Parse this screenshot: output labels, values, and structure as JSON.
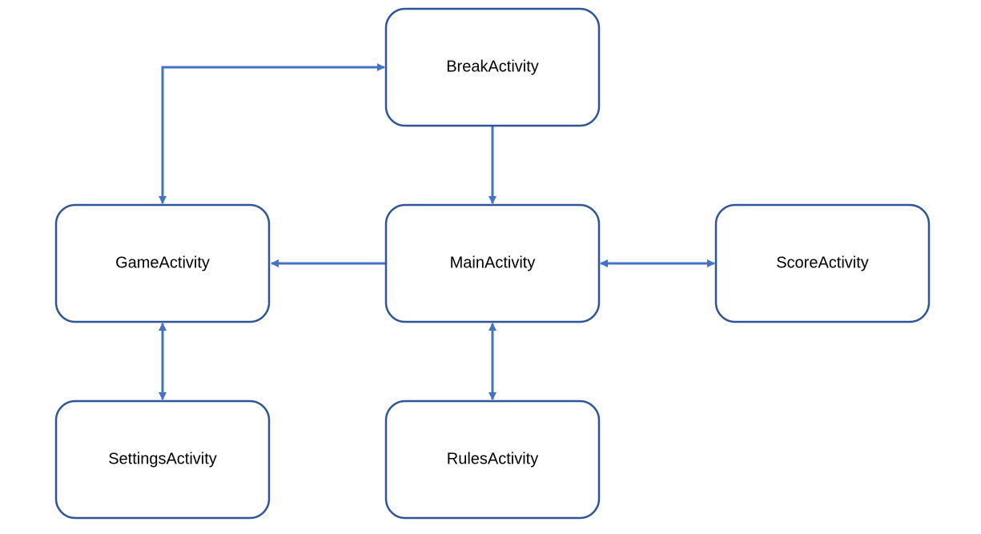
{
  "colors": {
    "node_border": "#2F5597",
    "node_fill": "#FFFFFF",
    "edge": "#4472C4",
    "text": "#000000"
  },
  "nodes": {
    "break": {
      "label": "BreakActivity"
    },
    "game": {
      "label": "GameActivity"
    },
    "main": {
      "label": "MainActivity"
    },
    "score": {
      "label": "ScoreActivity"
    },
    "settings": {
      "label": "SettingsActivity"
    },
    "rules": {
      "label": "RulesActivity"
    }
  },
  "edges": [
    {
      "from": "game",
      "to": "break",
      "bidirectional": true
    },
    {
      "from": "break",
      "to": "main",
      "bidirectional": false
    },
    {
      "from": "main",
      "to": "game",
      "bidirectional": false
    },
    {
      "from": "main",
      "to": "score",
      "bidirectional": true
    },
    {
      "from": "game",
      "to": "settings",
      "bidirectional": true
    },
    {
      "from": "main",
      "to": "rules",
      "bidirectional": true
    }
  ]
}
